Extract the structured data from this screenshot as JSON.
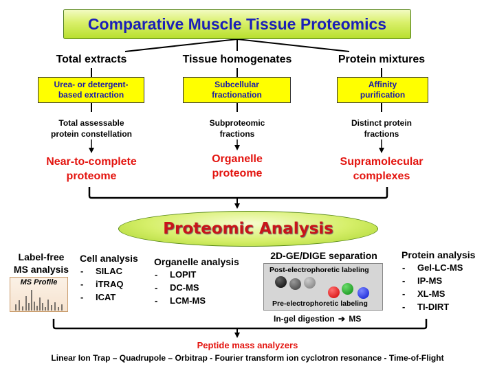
{
  "title": "Comparative Muscle Tissue Proteomics",
  "columns": [
    {
      "heading": "Total extracts",
      "method": [
        "Urea- or detergent-",
        "based extraction"
      ],
      "description": [
        "Total assessable",
        "protein constellation"
      ],
      "result": [
        "Near-to-complete",
        "proteome"
      ]
    },
    {
      "heading": "Tissue homogenates",
      "method": [
        "Subcellular",
        "fractionation"
      ],
      "description": [
        "Subproteomic",
        "fractions"
      ],
      "result": [
        "Organelle",
        "proteome"
      ]
    },
    {
      "heading": "Protein mixtures",
      "method": [
        "Affinity",
        "purification"
      ],
      "description": [
        "Distinct protein",
        "fractions"
      ],
      "result": [
        "Supramolecular",
        "complexes"
      ]
    }
  ],
  "analysis_title": "Proteomic Analysis",
  "label_free": {
    "title": [
      "Label-free",
      "MS analysis"
    ],
    "profile_label": "MS Profile"
  },
  "cell_analysis": {
    "title": "Cell analysis",
    "items": [
      "SILAC",
      "iTRAQ",
      "ICAT"
    ]
  },
  "organelle_analysis": {
    "title": "Organelle analysis",
    "items": [
      "LOPIT",
      "DC-MS",
      "LCM-MS"
    ]
  },
  "gel_separation": {
    "title": "2D-GE/DIGE separation",
    "post_label": "Post-electrophoretic labeling",
    "pre_label": "Pre-electrophoretic labeling",
    "digestion": "In-gel digestion",
    "digestion_arrow": "➔",
    "digestion_target": "MS",
    "post_colors": [
      "#111111",
      "#5a5a5a",
      "#9a9a9a"
    ],
    "pre_colors": [
      "#e8141a",
      "#12a020",
      "#1a2ae0"
    ]
  },
  "protein_analysis": {
    "title": "Protein analysis",
    "items": [
      "Gel-LC-MS",
      "IP-MS",
      "XL-MS",
      "TI-DIRT"
    ]
  },
  "list_dash": "-",
  "bottom": {
    "heading": "Peptide mass analyzers",
    "analyzers": "Linear Ion Trap – Quadrupole – Orbitrap - Fourier transform ion cyclotron resonance - Time-of-Flight"
  },
  "colors": {
    "title_text": "#1b1fb8",
    "result_red": "#e3140f",
    "method_box": "#ffff00"
  }
}
